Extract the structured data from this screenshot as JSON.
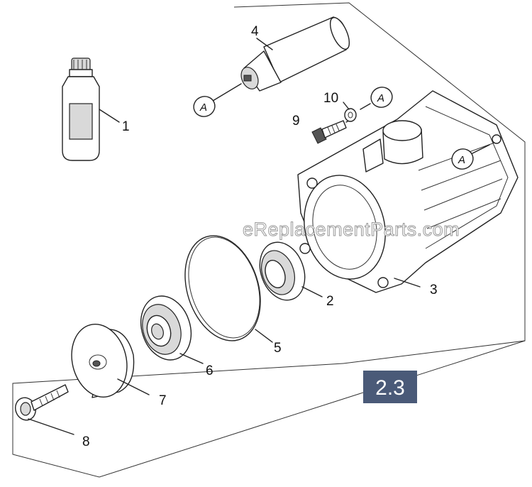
{
  "callouts": {
    "p1": "1",
    "p2": "2",
    "p3": "3",
    "p4": "4",
    "p5": "5",
    "p6": "6",
    "p7": "7",
    "p8": "8",
    "p9": "9",
    "p10": "10"
  },
  "reference_markers": {
    "a1": "A",
    "a2": "A",
    "a3": "A"
  },
  "section_badge": {
    "label": "2.3",
    "color": "#4a5a78"
  },
  "watermark": "eReplacementParts.com"
}
